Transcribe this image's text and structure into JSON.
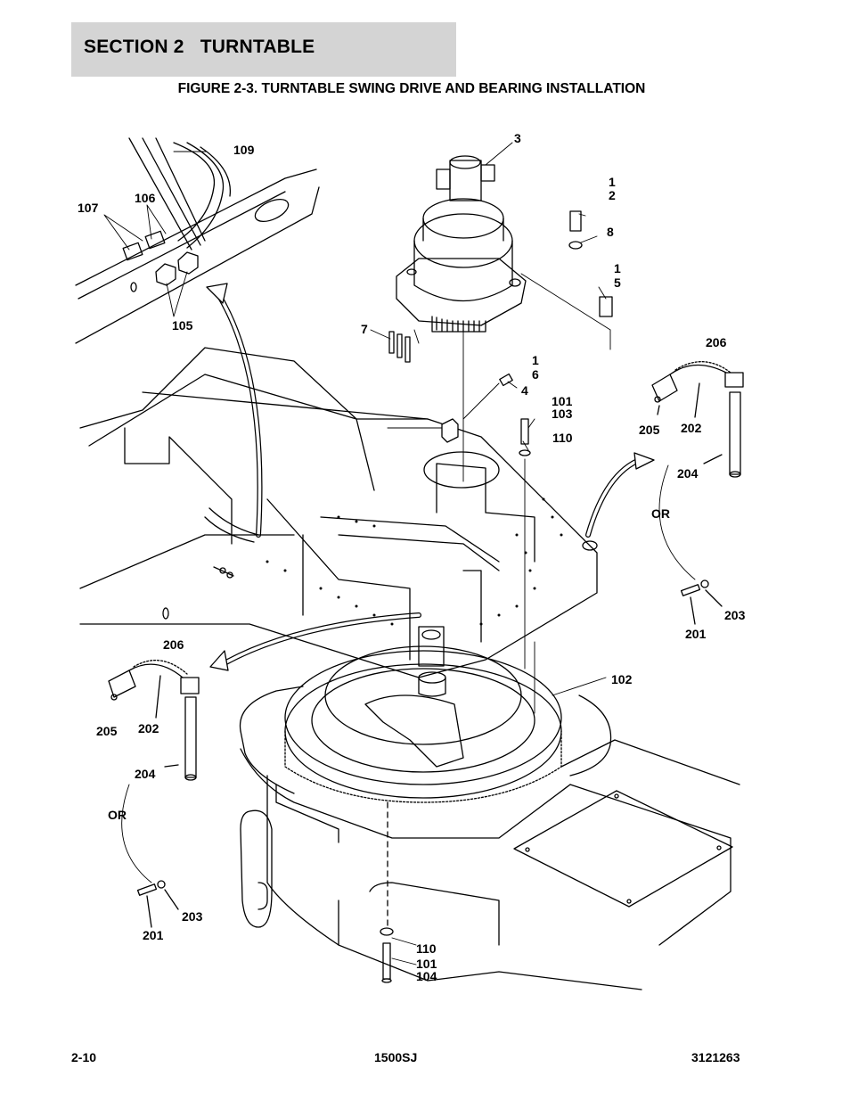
{
  "header": {
    "section": "SECTION 2   TURNTABLE",
    "figure_title": "FIGURE 2-3. TURNTABLE SWING DRIVE AND BEARING INSTALLATION"
  },
  "callouts": {
    "c3": "3",
    "c1a": "1",
    "c2": "2",
    "c8": "8",
    "c1b": "1",
    "c5": "5",
    "c109": "109",
    "c106": "106",
    "c107": "107",
    "c105": "105",
    "c7": "7",
    "c1c": "1",
    "c6": "6",
    "c4": "4",
    "c101a": "101",
    "c103": "103",
    "c110a": "110",
    "c206a": "206",
    "c205a": "205",
    "c202a": "202",
    "c204a": "204",
    "c_or_a": "OR",
    "c203a": "203",
    "c201a": "201",
    "c102": "102",
    "c206b": "206",
    "c205b": "205",
    "c202b": "202",
    "c204b": "204",
    "c_or_b": "OR",
    "c203b": "203",
    "c201b": "201",
    "c110b": "110",
    "c101b": "101",
    "c104": "104"
  },
  "footer": {
    "page_number": "2-10",
    "model": "1500SJ",
    "part_number": "3121263"
  }
}
